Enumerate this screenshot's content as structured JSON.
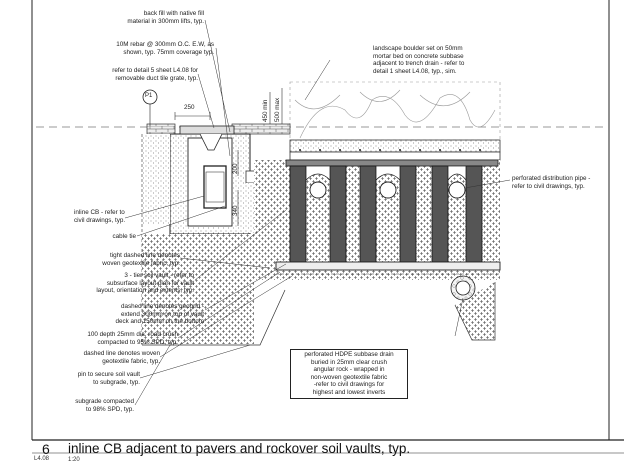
{
  "notes_left": [
    {
      "id": "backfill",
      "text": "back fill with native fill\nmaterial in 300mm lifts, typ."
    },
    {
      "id": "rebar",
      "text": "10M rebar @ 300mm O.C. E.W, as\nshown, typ. 75mm coverage typ."
    },
    {
      "id": "refer5",
      "text": "refer to detail 5 sheet L4.08 for\nremovable duct tile grate, typ."
    },
    {
      "id": "inline-cb",
      "text": "inline CB - refer to\ncivil drawings, typ."
    },
    {
      "id": "cable-tie",
      "text": "cable tie"
    },
    {
      "id": "tight-dashed",
      "text": "tight dashed line denotes\nwoven geotextile fabric, typ."
    },
    {
      "id": "three-tier",
      "text": "3 - tier soil vault - refer to\nsubsurface layout plan for vault\nlayout, orientation and extents, typ."
    },
    {
      "id": "geogrid",
      "text": "dashed line denotes geogrid -\nextend 300mm on top of vault\ndeck and 150mm on the bottom"
    },
    {
      "id": "road-crush",
      "text": "100 depth 25mm dia. road crush\ncompacted to 95% SPD, typ."
    },
    {
      "id": "woven",
      "text": "dashed line denotes woven\ngeotextile fabric, typ."
    },
    {
      "id": "pin",
      "text": "pin to secure soil vault\nto subgrade, typ."
    },
    {
      "id": "subgrade",
      "text": "subgrade compacted\nto 98% SPD, typ."
    }
  ],
  "notes_right": [
    {
      "id": "boulder",
      "text": "landscape boulder set on 50mm\nmortar bed on concrete subbase\nadjacent to trench drain - refer to\ndetail 1 sheet L4.08, typ., sim."
    },
    {
      "id": "perforated-pipe",
      "text": "perforated distribution pipe -\nrefer to civil drawings, typ."
    },
    {
      "id": "hdpe",
      "text": "perforated HDPE subbase drain\nburied in 25mm clear crush\nangular rock - wrapped in\nnon-woven geotextile fabric\n-refer to civil drawings for\nhighest and lowest inverts"
    }
  ],
  "dimensions": {
    "d250": "250",
    "d450": "450 min",
    "d500": "500 max",
    "d200": "200",
    "d340": "340"
  },
  "tag": "P1",
  "title_block": {
    "number": "6",
    "sheet": "L4.08",
    "title": "inline CB adjacent to pavers and rockover soil vaults, typ.",
    "scale": "1:20"
  }
}
